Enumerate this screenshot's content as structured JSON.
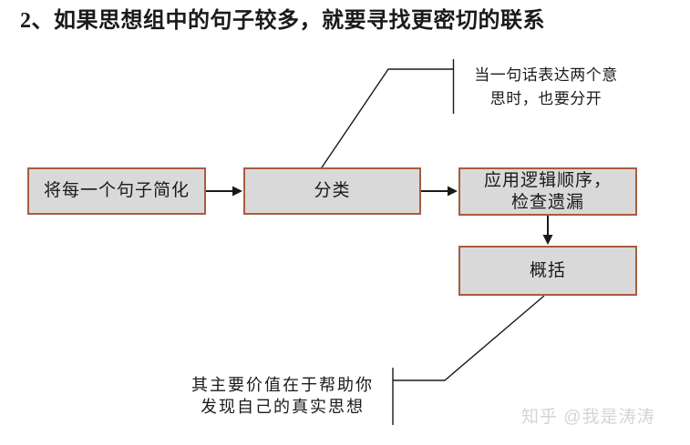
{
  "title": "2、如果思想组中的句子较多，就要寻找更密切的联系",
  "colors": {
    "box-fill": "#d9d9d9",
    "box-border": "#a65d3f",
    "line": "#1a1a1a",
    "text": "#1a1a1a",
    "watermark": "#d4d4d4"
  },
  "flowchart": {
    "boxes": [
      {
        "label": "将每一个句子简化"
      },
      {
        "label": "分类"
      },
      {
        "label": "应用逻辑顺序，\n检查遗漏"
      },
      {
        "label": "概括"
      }
    ]
  },
  "annotations": {
    "top": {
      "text": "当一句话表达两个意\n思时，也要分开"
    },
    "bottom": {
      "text": "其主要价值在于帮助你\n发现自己的真实思想"
    }
  },
  "watermark": {
    "text": "知乎 @我是涛涛"
  }
}
